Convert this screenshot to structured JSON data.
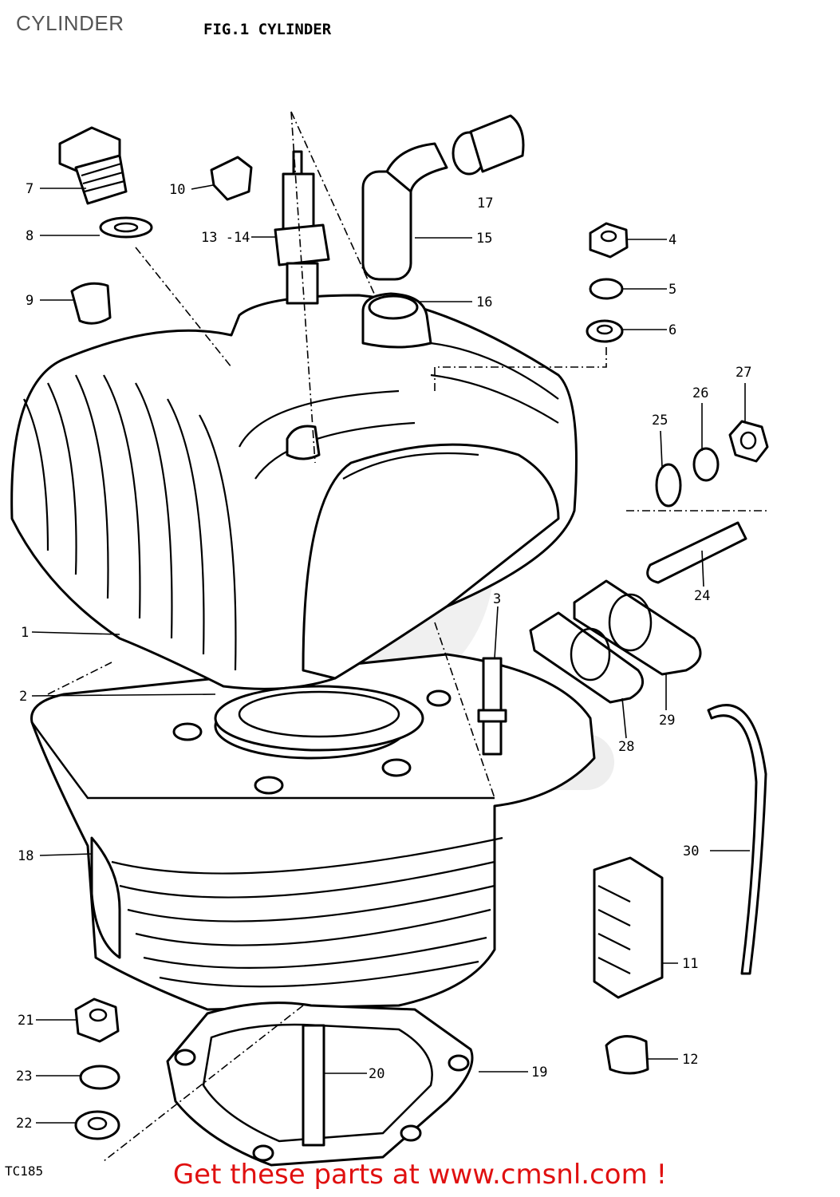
{
  "page_title": "CYLINDER",
  "figure_title": "FIG.1  CYLINDER",
  "figure_code": "TC185",
  "footer_link": "Get these parts at www.cmsnl.com !",
  "watermark": "cmsnl.com",
  "colors": {
    "link": "#e01010",
    "title": "#555555",
    "watermark": "#e2e2e2"
  },
  "callouts": [
    {
      "id": "1",
      "text": "1"
    },
    {
      "id": "2",
      "text": "2"
    },
    {
      "id": "3",
      "text": "3"
    },
    {
      "id": "4",
      "text": "4"
    },
    {
      "id": "5",
      "text": "5"
    },
    {
      "id": "6",
      "text": "6"
    },
    {
      "id": "7",
      "text": "7"
    },
    {
      "id": "8",
      "text": "8"
    },
    {
      "id": "9",
      "text": "9"
    },
    {
      "id": "10",
      "text": "10"
    },
    {
      "id": "11",
      "text": "11"
    },
    {
      "id": "12",
      "text": "12"
    },
    {
      "id": "13-14",
      "text": "13 -14"
    },
    {
      "id": "15",
      "text": "15"
    },
    {
      "id": "16",
      "text": "16"
    },
    {
      "id": "17",
      "text": "17"
    },
    {
      "id": "18",
      "text": "18"
    },
    {
      "id": "19",
      "text": "19"
    },
    {
      "id": "20",
      "text": "20"
    },
    {
      "id": "21",
      "text": "21"
    },
    {
      "id": "22",
      "text": "22"
    },
    {
      "id": "23",
      "text": "23"
    },
    {
      "id": "24",
      "text": "24"
    },
    {
      "id": "25",
      "text": "25"
    },
    {
      "id": "26",
      "text": "26"
    },
    {
      "id": "27",
      "text": "27"
    },
    {
      "id": "28",
      "text": "28"
    },
    {
      "id": "29",
      "text": "29"
    },
    {
      "id": "30",
      "text": "30"
    }
  ]
}
